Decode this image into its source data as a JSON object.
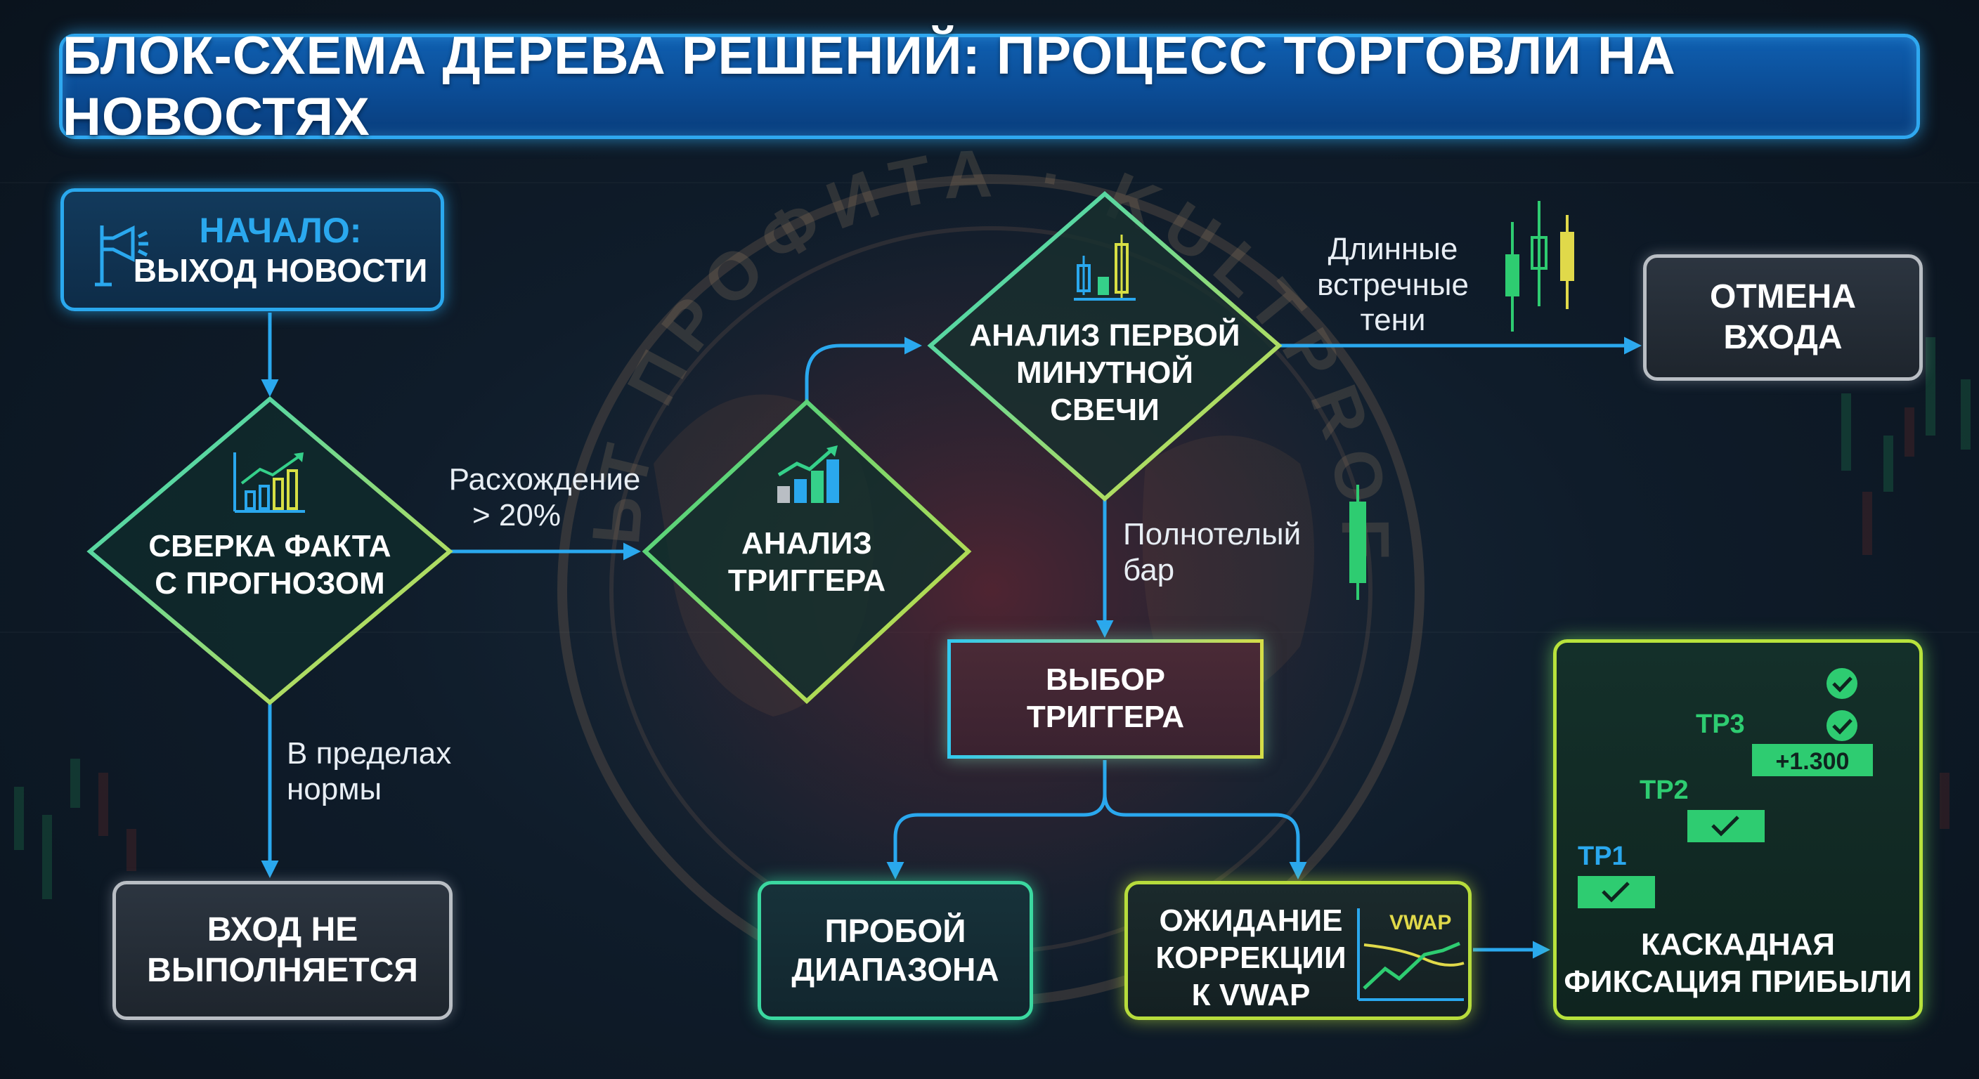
{
  "title": "БЛОК-СХЕМА ДЕРЕВА РЕШЕНИЙ: ПРОЦЕСС ТОРГОВЛИ НА НОВОСТЯХ",
  "watermark_text": "КУЛЬТ ПРОФИТА · KULTPROFITA",
  "nodes": {
    "start": {
      "line1": "НАЧАЛО:",
      "line2": "ВЫХОД НОВОСТИ"
    },
    "compare": {
      "line1": "СВЕРКА ФАКТА",
      "line2": "С ПРОГНОЗОМ"
    },
    "trigger_analysis": {
      "line1": "АНАЛИЗ",
      "line2": "ТРИГГЕРА"
    },
    "first_candle": {
      "line1": "АНАЛИЗ ПЕРВОЙ",
      "line2": "МИНУТНОЙ",
      "line3": "СВЕЧИ"
    },
    "no_entry": {
      "line1": "ВХОД НЕ",
      "line2": "ВЫПОЛНЯЕТСЯ"
    },
    "cancel": {
      "line1": "ОТМЕНА",
      "line2": "ВХОДА"
    },
    "select_trigger": {
      "line1": "ВЫБОР",
      "line2": "ТРИГГЕРА"
    },
    "breakout": {
      "line1": "ПРОБОЙ",
      "line2": "ДИАПАЗОНА"
    },
    "vwap_wait": {
      "line1": "ОЖИДАНИЕ",
      "line2": "КОРРЕКЦИИ",
      "line3": "К VWAP",
      "chart_label": "VWAP"
    },
    "take_profit": {
      "line1": "КАСКАДНАЯ",
      "line2": "ФИКСАЦИЯ ПРИБЫЛИ",
      "tp1": "TP1",
      "tp2": "TP2",
      "tp3": "TP3",
      "gain": "+1.300"
    }
  },
  "edges": {
    "divergence": {
      "line1": "Расхождение",
      "line2": "> 20%"
    },
    "within_norm": {
      "line1": "В пределах",
      "line2": "нормы"
    },
    "long_wicks": {
      "line1": "Длинные",
      "line2": "встречные",
      "line3": "тени"
    },
    "full_body": {
      "line1": "Полнотелый",
      "line2": "бар"
    }
  },
  "colors": {
    "title_bg": "#0b4c95",
    "title_border": "#2fa8f0",
    "cyan": "#2aa8ee",
    "green": "#3bd8a0",
    "lime": "#b8e23c",
    "yellow": "#d4dd48",
    "gray_border": "#b9bec4",
    "arrow": "#2aa8ee",
    "candle_green": "#2ecc71",
    "candle_yellow": "#e0d94a"
  },
  "icons": [
    "megaphone-flag-icon",
    "bar-chart-up-icon",
    "bar-chart-up-icon",
    "candles-icon",
    "candlestick-wicks-icon",
    "candlestick-full-icon",
    "vwap-chart-icon",
    "check-icon"
  ]
}
